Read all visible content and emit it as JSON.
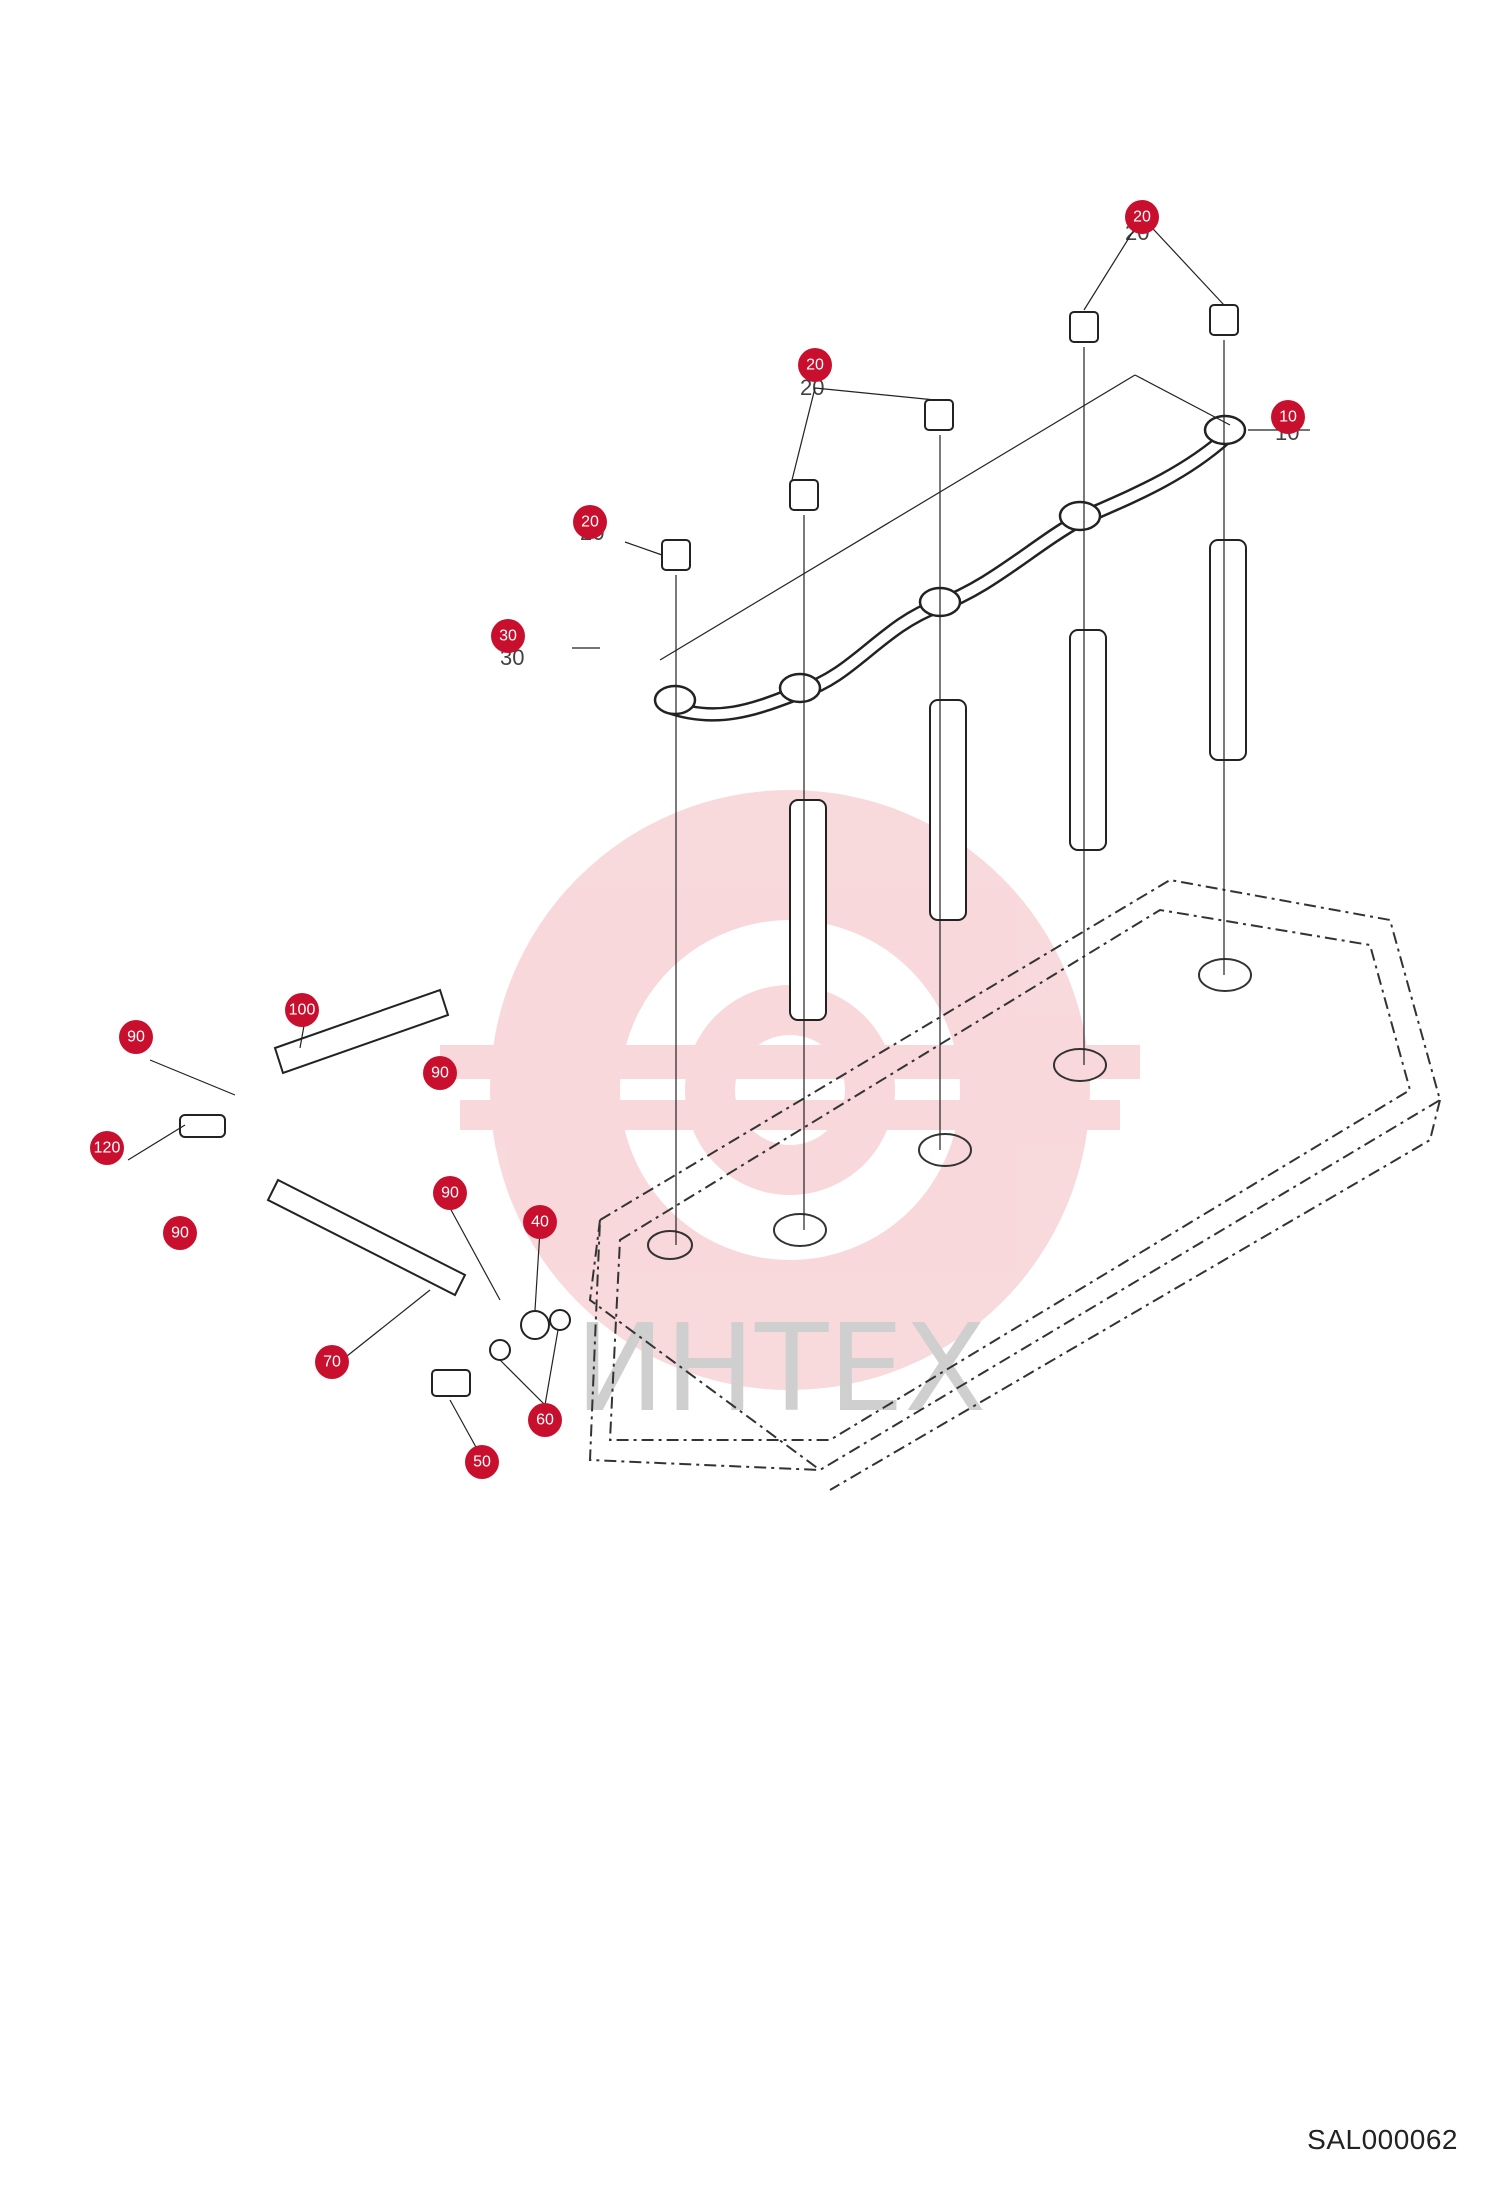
{
  "diagram": {
    "reference_code": "SAL000062",
    "watermark_text": "ИНТЕХ",
    "badge_color": "#c8102e",
    "line_color": "#222222",
    "callouts": [
      {
        "id": "callout-20-top",
        "label": "20"
      },
      {
        "id": "callout-20-mid",
        "label": "20"
      },
      {
        "id": "callout-10",
        "label": "10"
      },
      {
        "id": "callout-20-left",
        "label": "20"
      },
      {
        "id": "callout-30",
        "label": "30"
      },
      {
        "id": "callout-100",
        "label": "100"
      },
      {
        "id": "callout-90-a",
        "label": "90"
      },
      {
        "id": "callout-90-b",
        "label": "90"
      },
      {
        "id": "callout-120",
        "label": "120"
      },
      {
        "id": "callout-90-c",
        "label": "90"
      },
      {
        "id": "callout-90-d",
        "label": "90"
      },
      {
        "id": "callout-40",
        "label": "40"
      },
      {
        "id": "callout-70",
        "label": "70"
      },
      {
        "id": "callout-60",
        "label": "60"
      },
      {
        "id": "callout-50",
        "label": "50"
      }
    ]
  }
}
